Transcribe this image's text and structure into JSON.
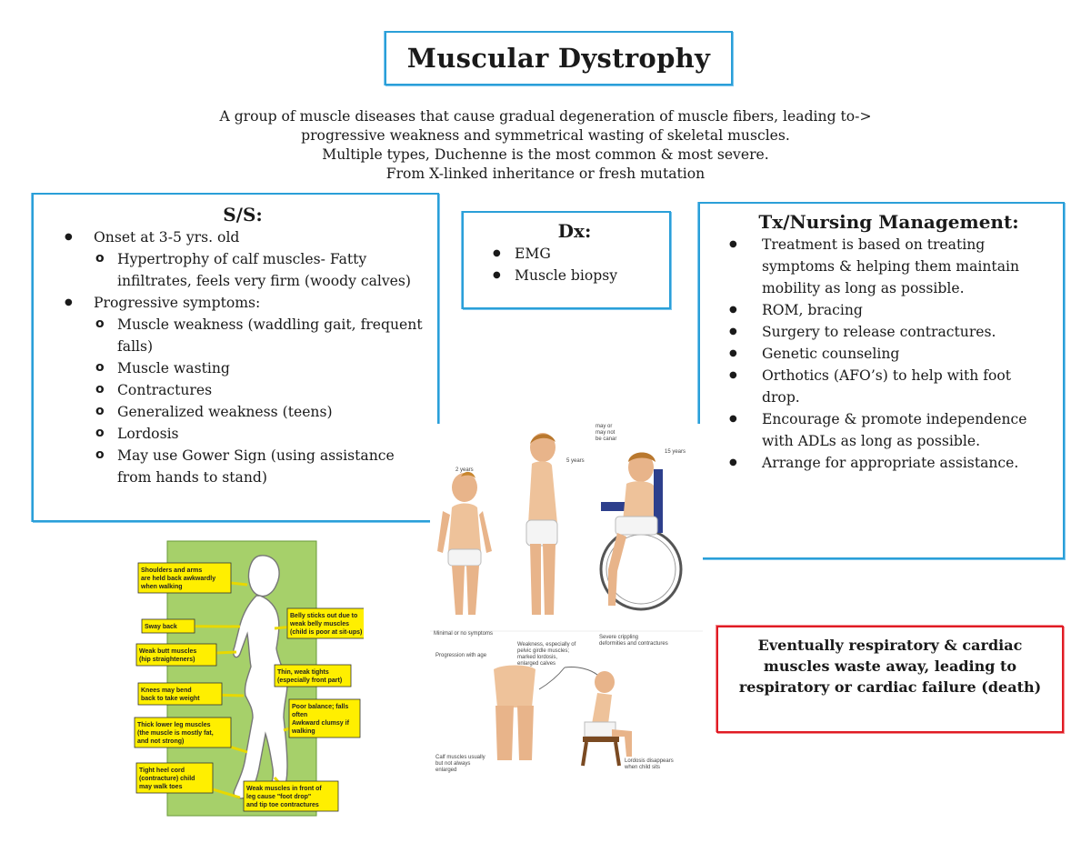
{
  "title": "Muscular Dystrophy",
  "intro": [
    "A group of muscle diseases that cause gradual degeneration of muscle fibers, leading to->",
    "progressive weakness and symmetrical wasting of skeletal muscles.",
    "Multiple types, Duchenne is the most common & most severe.",
    "From X-linked inheritance or fresh mutation"
  ],
  "ss": {
    "heading": "S/S:",
    "item1": "Onset at 3-5 yrs. old",
    "item1_sub": "Hypertrophy of calf muscles- Fatty infiltrates, feels very firm (woody calves)",
    "item2": "Progressive symptoms:",
    "item2_subs": [
      "Muscle weakness (waddling gait, frequent falls)",
      "Muscle wasting",
      "Contractures",
      "Generalized weakness (teens)",
      "Lordosis",
      "May use Gower Sign (using assistance from hands to stand)"
    ]
  },
  "dx": {
    "heading": "Dx:",
    "items": [
      "EMG",
      "Muscle biopsy"
    ]
  },
  "tx": {
    "heading": "Tx/Nursing Management:",
    "items": [
      "Treatment is based on treating symptoms & helping them maintain mobility as long as possible.",
      "ROM, bracing",
      "Surgery to release contractures.",
      "Genetic counseling",
      "Orthotics (AFO’s) to help with foot drop.",
      "Encourage & promote independence with ADLs as long as possible.",
      "Arrange for appropriate assistance."
    ]
  },
  "warning": "Eventually respiratory & cardiac muscles waste away, leading to respiratory or cardiac failure (death)",
  "diagram_labels": {
    "shoulders": [
      "Shoulders and arms",
      "are held back awkwardly",
      "when walking"
    ],
    "sway": [
      "Sway back"
    ],
    "butt": [
      "Weak butt muscles",
      "(hip straighteners)"
    ],
    "knees": [
      "Knees may bend",
      "back to take weight"
    ],
    "legs": [
      "Thick lower leg muscles",
      "(the muscle is mostly fat,",
      "and not strong)"
    ],
    "heel": [
      "Tight heel cord",
      "(contracture) child",
      "may walk toes"
    ],
    "belly": [
      "Belly sticks out due to",
      "weak belly muscles",
      "(child is poor at sit-ups)"
    ],
    "thighs": [
      "Thin, weak tights",
      "(especially front part)"
    ],
    "balance": [
      "Poor balance; falls",
      "often",
      "Awkward clumsy if",
      "walking"
    ],
    "front": [
      "Weak muscles in front of",
      "leg cause \"foot drop\"",
      "and tip toe contractures"
    ]
  },
  "clinical_labels": {
    "age2": "2 years",
    "age5": "5 years",
    "age15": "15 years",
    "maynot": [
      "may or",
      "may not",
      "be canar"
    ],
    "minimal": "Minimal or no symptoms",
    "severe": [
      "Severe crippling",
      "deformities and contractures"
    ],
    "progression": "Progression with age",
    "weakness": [
      "Weakness, especially of",
      "pelvic girdle muscles;",
      "marked lordosis,",
      "enlarged calves"
    ],
    "calf": [
      "Calf muscles usually",
      "but not always",
      "enlarged"
    ],
    "lordosis": [
      "Lordosis disappears",
      "when child sits"
    ]
  },
  "colors": {
    "box_blue": "#2a9fd8",
    "box_red": "#e01b24",
    "diagram_green": "#a6d06a",
    "label_yellow": "#ffef00"
  }
}
